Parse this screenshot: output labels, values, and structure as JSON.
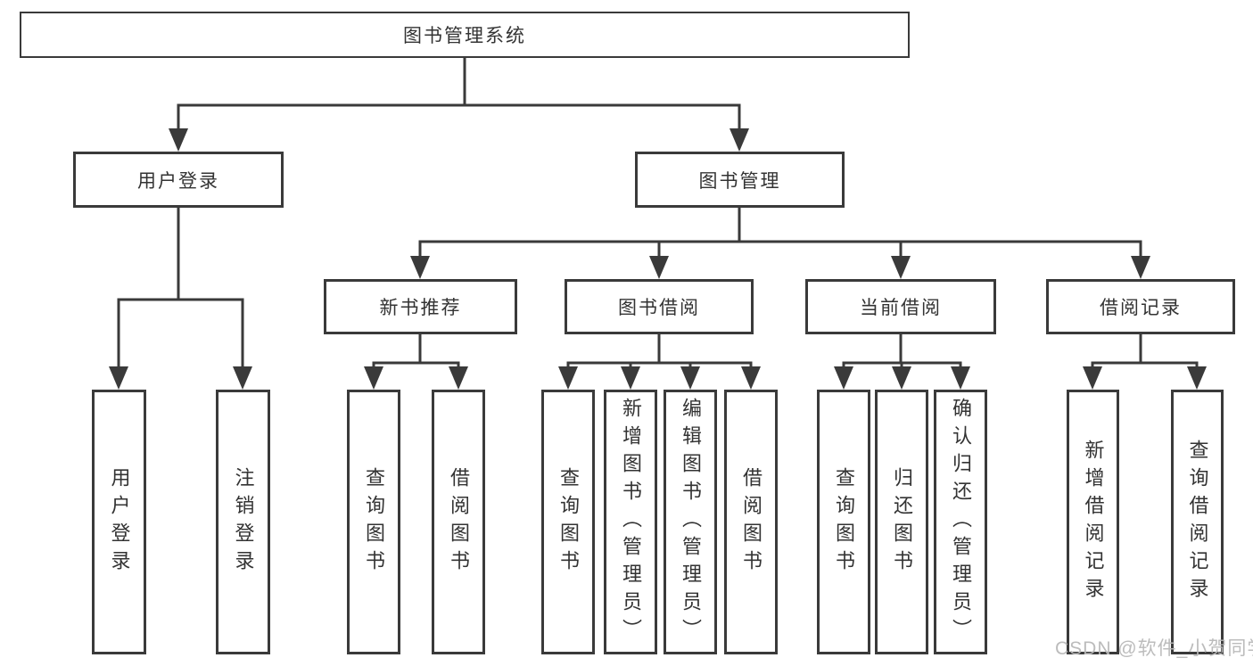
{
  "diagram": {
    "type": "hierarchy",
    "root": {
      "label": "图书管理系统"
    },
    "level2": [
      {
        "label": "用户登录",
        "parent": "图书管理系统"
      },
      {
        "label": "图书管理",
        "parent": "图书管理系统"
      }
    ],
    "level3": [
      {
        "label": "新书推荐",
        "parent": "图书管理"
      },
      {
        "label": "图书借阅",
        "parent": "图书管理"
      },
      {
        "label": "当前借阅",
        "parent": "图书管理"
      },
      {
        "label": "借阅记录",
        "parent": "图书管理"
      }
    ],
    "leaves": [
      {
        "label": "用户登录",
        "parent": "用户登录"
      },
      {
        "label": "注销登录",
        "parent": "用户登录"
      },
      {
        "label": "查询图书",
        "parent": "新书推荐"
      },
      {
        "label": "借阅图书",
        "parent": "新书推荐"
      },
      {
        "label": "查询图书",
        "parent": "图书借阅"
      },
      {
        "label": "新增图书（管理员）",
        "parent": "图书借阅"
      },
      {
        "label": "编辑图书（管理员）",
        "parent": "图书借阅"
      },
      {
        "label": "借阅图书",
        "parent": "图书借阅"
      },
      {
        "label": "查询图书",
        "parent": "当前借阅"
      },
      {
        "label": "归还图书",
        "parent": "当前借阅"
      },
      {
        "label": "确认归还（管理员）",
        "parent": "当前借阅"
      },
      {
        "label": "新增借阅记录",
        "parent": "借阅记录"
      },
      {
        "label": "查询借阅记录",
        "parent": "借阅记录"
      }
    ],
    "watermark": "CSDN @软件_小贺同学",
    "colors": {
      "line": "#3a3a3a",
      "text": "#333333",
      "watermark": "#b8b8b8",
      "background": "#ffffff"
    }
  }
}
